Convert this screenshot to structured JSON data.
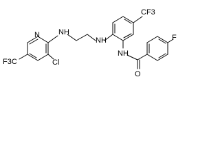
{
  "molecule": {
    "atom_labels": {
      "f3c_left": "F3C",
      "n_pyridine": "N",
      "cl": "Cl",
      "nh_left": "N",
      "h_nh_left": "H",
      "nh_right": "N",
      "h_nh_right": "H",
      "cf3_right": "CF3",
      "nh_amide": "NH",
      "o_carbonyl": "O",
      "f_para": "F"
    }
  }
}
